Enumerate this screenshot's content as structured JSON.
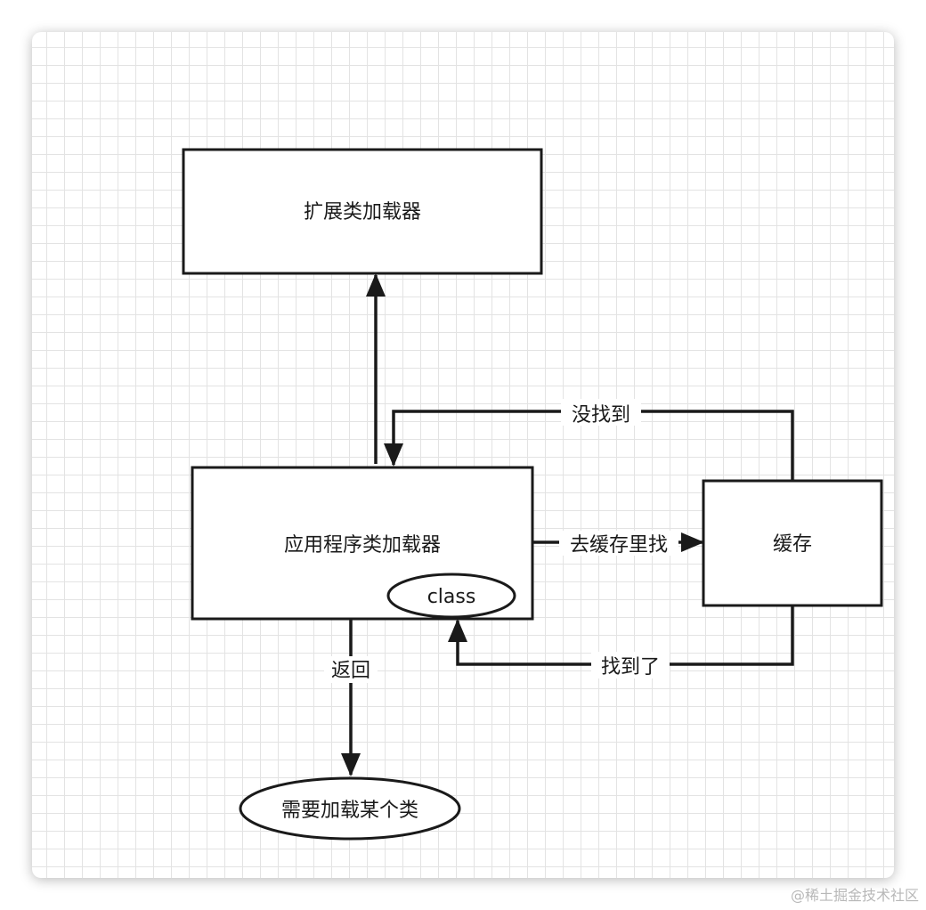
{
  "nodes": {
    "ext_loader": "扩展类加载器",
    "app_loader": "应用程序类加载器",
    "cache": "缓存",
    "class_oval": "class",
    "need_load": "需要加载某个类"
  },
  "edges": {
    "not_found": "没找到",
    "search_cache": "去缓存里找",
    "found": "找到了",
    "return": "返回"
  },
  "watermark": "@稀土掘金技术社区"
}
